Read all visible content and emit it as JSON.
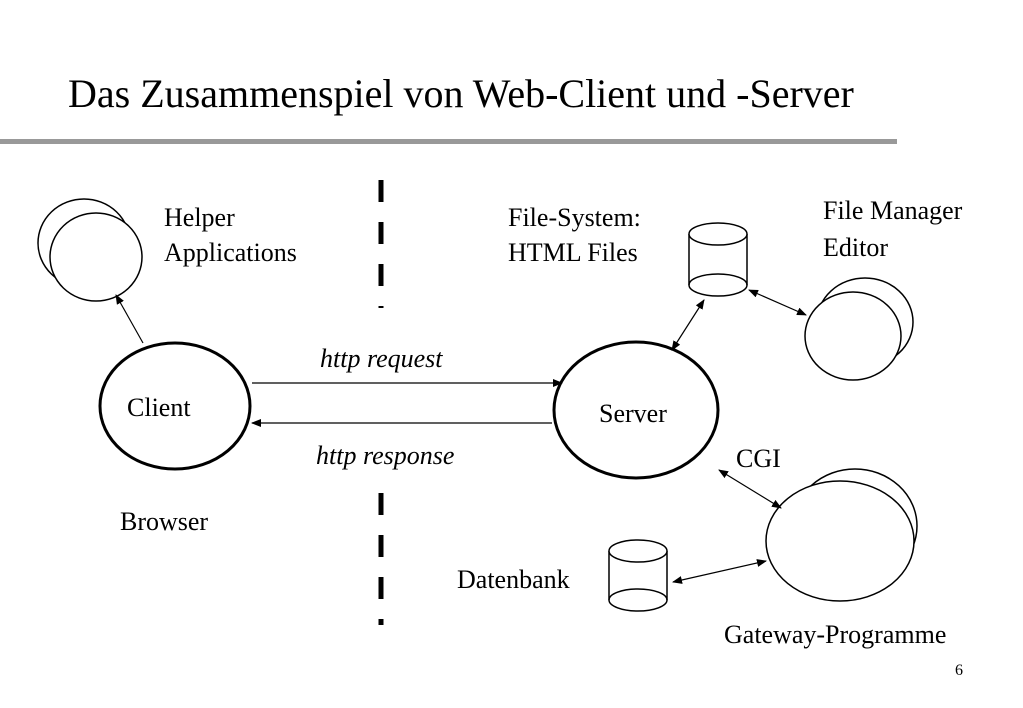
{
  "slide": {
    "title": "Das Zusammenspiel von Web-Client und -Server",
    "page_number": "6"
  },
  "diagram": {
    "client_label": "Client",
    "browser_label": "Browser",
    "helper_line1": "Helper",
    "helper_line2": "Applications",
    "request_label": "http request",
    "response_label": "http response",
    "server_label": "Server",
    "filesystem_line1": "File-System:",
    "filesystem_line2": "HTML Files",
    "filemanager_line1": "File Manager",
    "filemanager_line2": "Editor",
    "cgi_label": "CGI",
    "database_label": "Datenbank",
    "gateway_label": "Gateway-Programme"
  },
  "colors": {
    "rule": "#999999",
    "ink": "#000000"
  }
}
